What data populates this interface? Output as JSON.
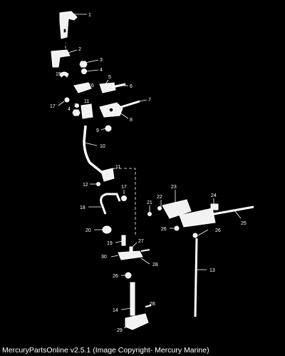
{
  "diagram": {
    "callouts": [
      "1",
      "2",
      "3",
      "4",
      "15",
      "16",
      "5",
      "6",
      "17",
      "11",
      "3",
      "4",
      "7",
      "8",
      "9",
      "10",
      "11",
      "12",
      "17",
      "22",
      "23",
      "24",
      "18",
      "21",
      "20",
      "26",
      "26",
      "25",
      "19",
      "27",
      "13",
      "30",
      "28",
      "26",
      "14",
      "28",
      "29"
    ]
  },
  "footer": {
    "caption": "MercuryPartsOnline v2.5.1 (Image Copyright- Mercury Marine)"
  }
}
